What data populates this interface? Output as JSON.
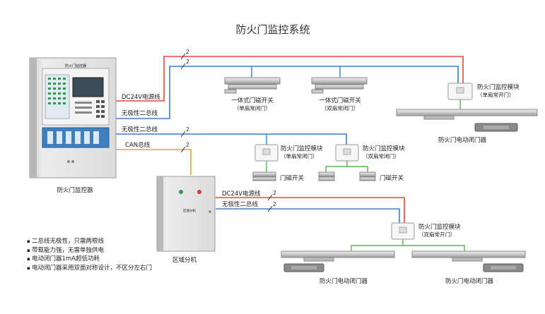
{
  "title": "防火门监控系统",
  "controller": {
    "panel_title": "防火门监控器",
    "label": "防火门监控器"
  },
  "area_unit": {
    "panel_label": "区域分机",
    "label": "区域分机"
  },
  "lines": {
    "dc24v": "DC24V电源线",
    "bus1": "无极性二总线",
    "bus2": "无极性二总线",
    "can": "CAN总线",
    "dc24v_2": "DC24V电源线",
    "bus3": "无极性二总线",
    "wire_count": "2"
  },
  "devices": {
    "door_magnet_1": {
      "line1": "一体式门磁开关",
      "line2": "（单扇常闭门）"
    },
    "door_magnet_2": {
      "line1": "一体式门磁开关",
      "line2": "（双扇常闭门）"
    },
    "module_top": {
      "line1": "防火门监控模块",
      "line2": "（单扇常开门）"
    },
    "closer_top": "防火门电动闭门器",
    "module_mid1": {
      "line1": "防火门监控模块",
      "line2": "（单扇常闭门）"
    },
    "module_mid2": {
      "line1": "防火门监控模块",
      "line2": "（双扇常闭门）"
    },
    "switch_mid1": "门磁开关",
    "switch_mid2": "门磁开关",
    "module_bottom": {
      "line1": "防火门监控模块",
      "line2": "（双扇常开门）"
    },
    "closer_bottom1": "防火门电动闭门器",
    "closer_bottom2": "防火门电动闭门器"
  },
  "notes": [
    "二总线无极性，只需两根线",
    "带载能力强，无需单独供电",
    "电动闭门器1mA超低功耗",
    "电动闭门器采用双面对称设计，不区分左右门"
  ],
  "colors": {
    "power": "#e8463c",
    "bus": "#3b7fd0",
    "can": "#e8a33a",
    "module_link": "#58b058"
  }
}
